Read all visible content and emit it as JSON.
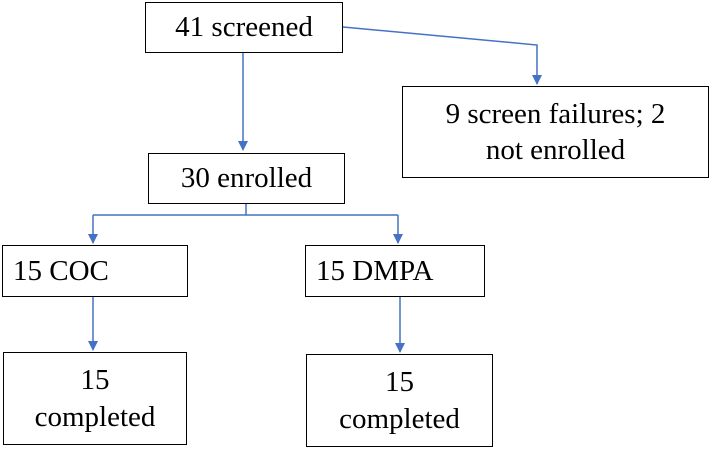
{
  "diagram": {
    "line_color": "#4472C4",
    "border_color": "#000000",
    "nodes": {
      "screened": {
        "label": "41 screened"
      },
      "excluded": {
        "label": "9 screen failures; 2\nnot enrolled"
      },
      "enrolled": {
        "label": "30 enrolled"
      },
      "coc": {
        "label": "15 COC"
      },
      "dmpa": {
        "label": "15 DMPA"
      },
      "coc_completed": {
        "label": "15\ncompleted"
      },
      "dmpa_completed": {
        "label": "15\ncompleted"
      }
    }
  }
}
